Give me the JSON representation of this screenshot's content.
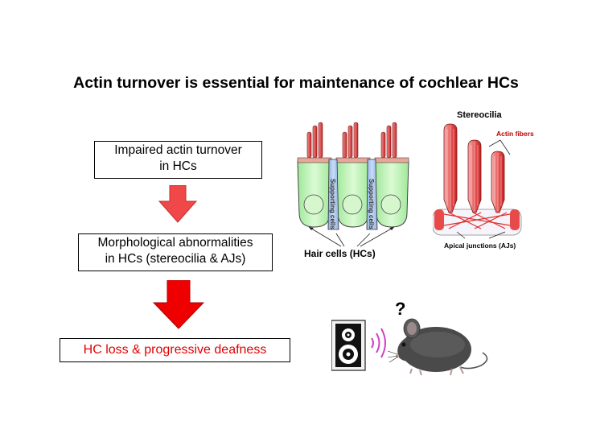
{
  "title": "Actin turnover is essential for maintenance of cochlear HCs",
  "flow": {
    "step1": {
      "line1": "Impaired actin turnover",
      "line2": "in HCs"
    },
    "step2": {
      "line1": "Morphological abnormalities",
      "line2": "in HCs (stereocilia & AJs)"
    },
    "step3": {
      "text": "HC loss & progressive deafness"
    }
  },
  "diagram_cells": {
    "supporting_label": "Supporting cells",
    "hair_cells_label": "Hair cells (HCs)"
  },
  "diagram_stereocilia": {
    "title": "Stereocilia",
    "actin_label": "Actin fibers",
    "junction_label": "Apical junctions (AJs)"
  },
  "hearing": {
    "question": "?"
  },
  "colors": {
    "arrow_small": "#f04848",
    "arrow_large": "#ee0000",
    "deafness_text": "#e00000",
    "hair_cell_fill": "#c8f5bc",
    "supporting_fill": "#a8c4ec",
    "stereocilia_fill": "#e03c3c",
    "sound_waves": "#d040c8"
  }
}
